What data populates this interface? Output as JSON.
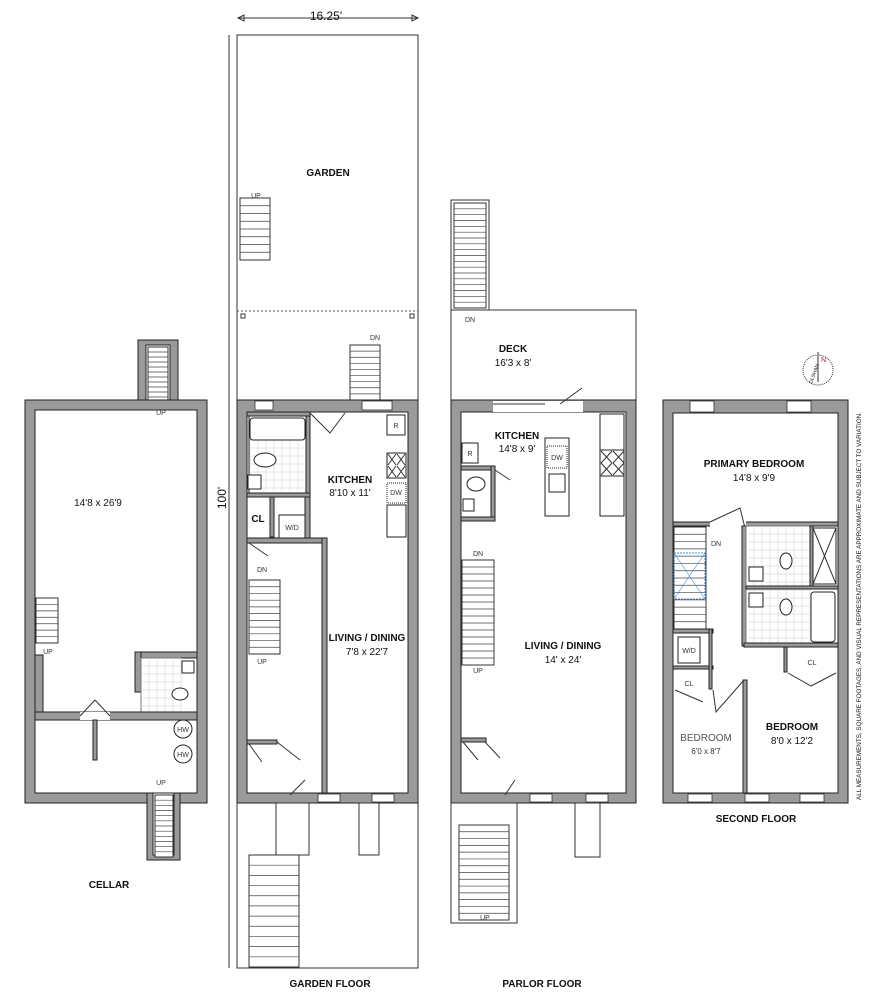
{
  "dimensions": {
    "lot_width": "16.25'",
    "lot_depth": "100'"
  },
  "cellar": {
    "title": "CELLAR",
    "room_dim": "14'8 x 26'9",
    "up_top": "UP",
    "up_stair": "UP",
    "up_bottom": "UP",
    "hw1": "HW",
    "hw2": "HW"
  },
  "garden_floor": {
    "title": "GARDEN FLOOR",
    "garden": "GARDEN",
    "garden_up": "UP",
    "dn_rear": "DN",
    "kitchen": "KITCHEN",
    "kitchen_dim": "8'10 x 11'",
    "refrigerator": "R",
    "dishwasher": "DW",
    "closet": "CL",
    "washer_dryer": "W/D",
    "stair_dn": "DN",
    "stair_up": "UP",
    "living": "LIVING / DINING",
    "living_dim": "7'8 x 22'7"
  },
  "parlor_floor": {
    "title": "PARLOR FLOOR",
    "deck": "DECK",
    "deck_dim": "16'3 x 8'",
    "deck_dn": "DN",
    "kitchen": "KITCHEN",
    "kitchen_dim": "14'8 x 9'",
    "refrigerator": "R",
    "dishwasher": "DW",
    "stair_dn": "DN",
    "stair_up": "UP",
    "living": "LIVING / DINING",
    "living_dim": "14' x 24'",
    "stoop_up": "UP"
  },
  "second_floor": {
    "title": "SECOND FLOOR",
    "primary": "PRIMARY BEDROOM",
    "primary_dim": "14'8 x 9'9",
    "stair_dn": "DN",
    "washer_dryer": "W/D",
    "closet_left": "CL",
    "closet_right": "CL",
    "bedroom_small": "BEDROOM",
    "bedroom_small_dim": "6'0 x 8'7",
    "bedroom": "BEDROOM",
    "bedroom_dim": "8'0 x 12'2"
  },
  "compass": {
    "north": "N",
    "brand": "OLSHAN"
  },
  "disclaimer": "ALL MEASUREMENTS, SQUARE FOOTAGES, AND VISUAL REPRESENTATIONS ARE APPROXIMATE AND SUBJECT TO VARIATION."
}
